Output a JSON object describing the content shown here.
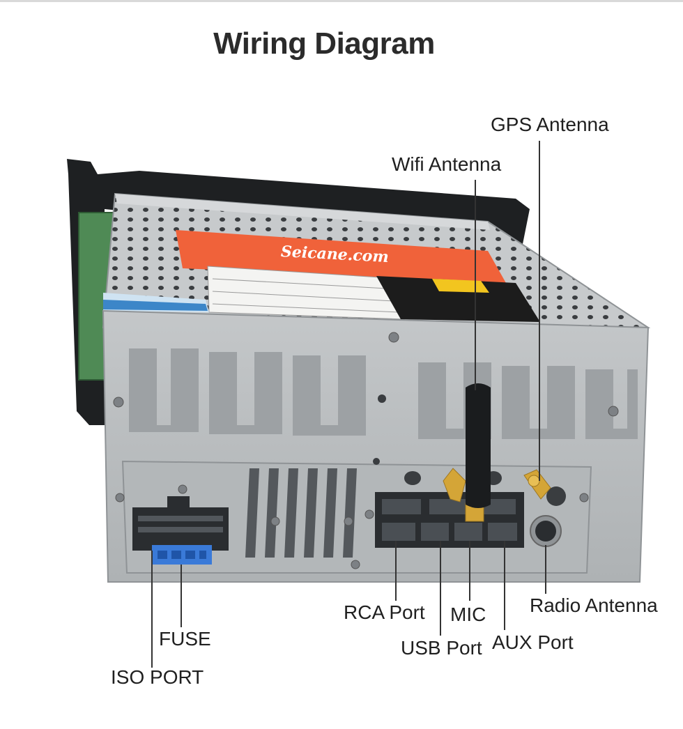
{
  "title": "Wiring Diagram",
  "labels": {
    "gps_antenna": "GPS Antenna",
    "wifi_antenna": "Wifi Antenna",
    "rca_port": "RCA Port",
    "mic": "MIC",
    "radio_antenna": "Radio Antenna",
    "fuse": "FUSE",
    "usb_port": "USB Port",
    "aux_port": "AUX Port",
    "iso_port": "ISO PORT"
  },
  "device": {
    "brand_sticker": "Seicane.com"
  },
  "colors": {
    "chassis": "#b9bcbe",
    "chassis_dark": "#8f9396",
    "sticker": "#f0623a",
    "connector": "#2a2d30",
    "fuse_block": "#3a7ad8",
    "gold": "#d4a537",
    "leader": "#333333"
  }
}
